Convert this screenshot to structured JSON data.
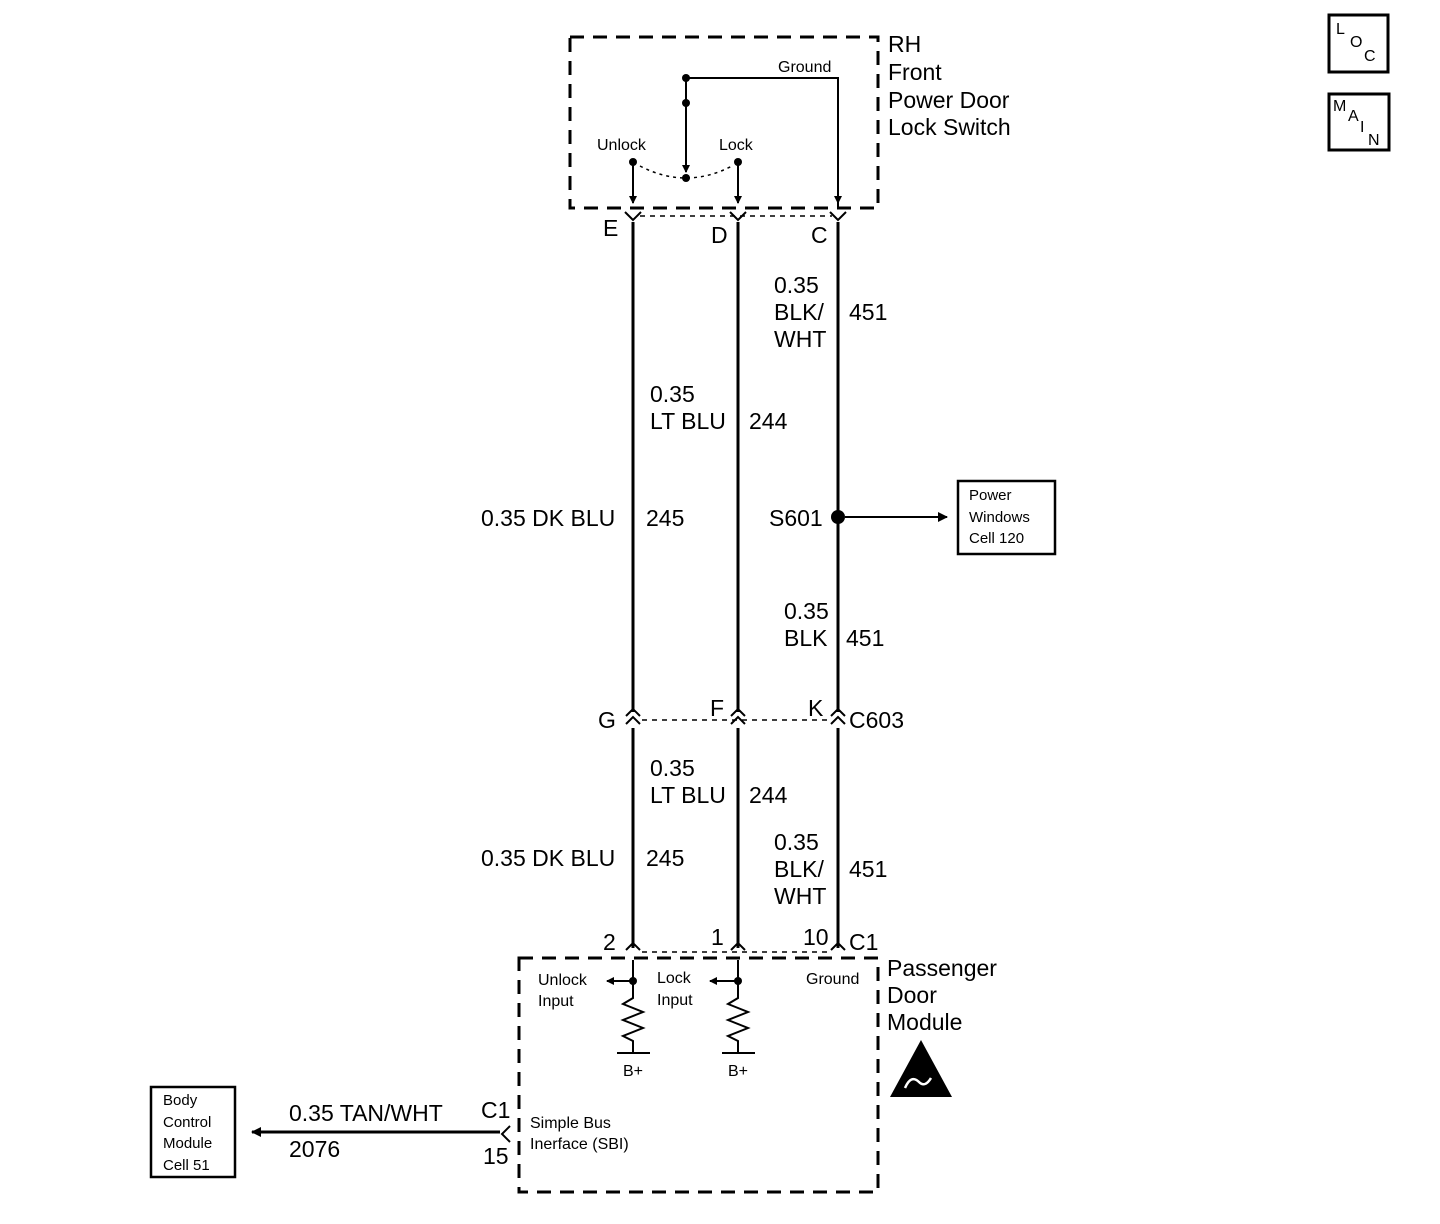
{
  "switch": {
    "title_lines": [
      "RH",
      "Front",
      "Power Door",
      "Lock Switch"
    ],
    "ground": "Ground",
    "unlock": "Unlock",
    "lock": "Lock",
    "pins": [
      "E",
      "D",
      "C"
    ]
  },
  "wires_upper": {
    "blk_wht": {
      "gauge": "0.35",
      "color_top": "BLK/",
      "color_bottom": "WHT",
      "circuit": "451"
    },
    "lt_blu": {
      "gauge": "0.35",
      "color": "LT BLU",
      "circuit": "244"
    },
    "dk_blu": {
      "label": "0.35 DK BLU",
      "circuit": "245"
    },
    "blk": {
      "gauge": "0.35",
      "color": "BLK",
      "circuit": "451"
    }
  },
  "splice": {
    "id": "S601",
    "dest_lines": [
      "Power",
      "Windows",
      "Cell 120"
    ]
  },
  "connector_c603": {
    "pins": [
      "G",
      "F",
      "K"
    ],
    "id": "C603"
  },
  "wires_lower": {
    "lt_blu": {
      "gauge": "0.35",
      "color": "LT BLU",
      "circuit": "244"
    },
    "dk_blu": {
      "label": "0.35 DK BLU",
      "circuit": "245"
    },
    "blk_wht": {
      "gauge": "0.35",
      "color_top": "BLK/",
      "color_bottom": "WHT",
      "circuit": "451"
    }
  },
  "module": {
    "pins": [
      "2",
      "1",
      "10"
    ],
    "connector": "C1",
    "title_lines": [
      "Passenger",
      "Door",
      "Module"
    ],
    "unlock_input": [
      "Unlock",
      "Input"
    ],
    "lock_input": [
      "Lock",
      "Input"
    ],
    "ground": "Ground",
    "bplus": "B+",
    "sbi_lines": [
      "Simple Bus",
      "Inerface (SBI)"
    ],
    "sbi_connector": "C1",
    "sbi_pin": "15"
  },
  "bcm_wire": {
    "label": "0.35 TAN/WHT",
    "circuit": "2076"
  },
  "bcm_box": {
    "lines": [
      "Body",
      "Control",
      "Module",
      "Cell 51"
    ]
  },
  "corner_icons": {
    "loc": [
      "L",
      "O",
      "C"
    ],
    "main": [
      "M",
      "A",
      "I",
      "N"
    ]
  },
  "esd_icon": "esd-warning-icon"
}
